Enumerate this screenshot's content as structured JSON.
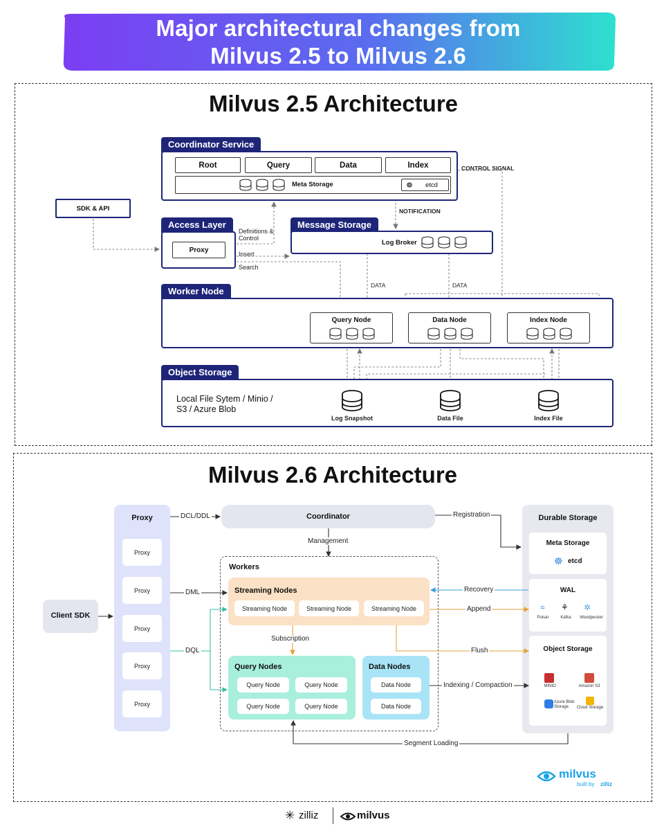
{
  "banner": {
    "line1": "Major architectural changes from",
    "line2": "Milvus 2.5 to Milvus 2.6"
  },
  "v25": {
    "title": "Milvus 2.5 Architecture",
    "sdk": "SDK & API",
    "coordinator": {
      "tab": "Coordinator Service",
      "cells": [
        "Root",
        "Query",
        "Data",
        "Index"
      ],
      "meta": "Meta Storage",
      "etcd": "etcd"
    },
    "control_signal": "CONTROL SIGNAL",
    "notification": "NOTIFICATION",
    "access": {
      "tab": "Access Layer",
      "proxy": "Proxy"
    },
    "message": {
      "tab": "Message Storage",
      "log_broker": "Log Broker"
    },
    "edge_labels": {
      "def1": "Definitions &",
      "def2": "Control",
      "insert": "Insert",
      "search": "Search",
      "data1": "DATA",
      "data2": "DATA"
    },
    "worker": {
      "tab": "Worker Node",
      "nodes": [
        "Query Node",
        "Data Node",
        "Index Node"
      ]
    },
    "object": {
      "tab": "Object Storage",
      "desc1": "Local File Sytem / Minio /",
      "desc2": "S3 / Azure Blob",
      "files": [
        "Log Snapshot",
        "Data File",
        "Index File"
      ]
    }
  },
  "v26": {
    "title": "Milvus 2.6 Architecture",
    "client_sdk": "Client SDK",
    "proxy_col": {
      "title": "Proxy",
      "items": [
        "Proxy",
        "Proxy",
        "Proxy",
        "Proxy",
        "Proxy"
      ]
    },
    "coordinator": "Coordinator",
    "workers": "Workers",
    "streaming": {
      "title": "Streaming Nodes",
      "items": [
        "Streaming Node",
        "Streaming Node",
        "Streaming Node"
      ]
    },
    "query": {
      "title": "Query Nodes",
      "items": [
        "Query Node",
        "Query Node",
        "Query Node",
        "Query Node"
      ]
    },
    "data": {
      "title": "Data Nodes",
      "items": [
        "Data Node",
        "Data Node"
      ]
    },
    "durable": {
      "title": "Durable Storage",
      "meta": "Meta Storage",
      "etcd": "etcd",
      "wal": "WAL",
      "wal_items": [
        "Pulsar",
        "Kafka",
        "Woodpecker"
      ],
      "object": "Object Storage",
      "obj_items": [
        "MINIO",
        "Amazon S3",
        "Azure Blob Storage",
        "Cloud Storage"
      ]
    },
    "edges": {
      "dcl": "DCL/DDL",
      "registration": "Registration",
      "management": "Management",
      "dml": "DML",
      "dql": "DQL",
      "recovery": "Recovery",
      "append": "Append",
      "subscription": "Subscription",
      "flush": "Flush",
      "indexing": "Indexing / Compaction",
      "segment": "Segment Loading"
    },
    "brand": {
      "name": "milvus",
      "sub": "built by",
      "sub2": "zilliz"
    }
  },
  "footer": {
    "zilliz": "zilliz",
    "milvus": "milvus"
  },
  "colors": {
    "navy": "#1e2578",
    "streaming": "#fbe1c6",
    "query": "#a8efdc",
    "data": "#a8e4f6",
    "proxy_col": "#dfe2fb",
    "durable": "#e7e9ef",
    "coordinator": "#e3e6ef",
    "milvus_blue": "#1aa3e8"
  }
}
